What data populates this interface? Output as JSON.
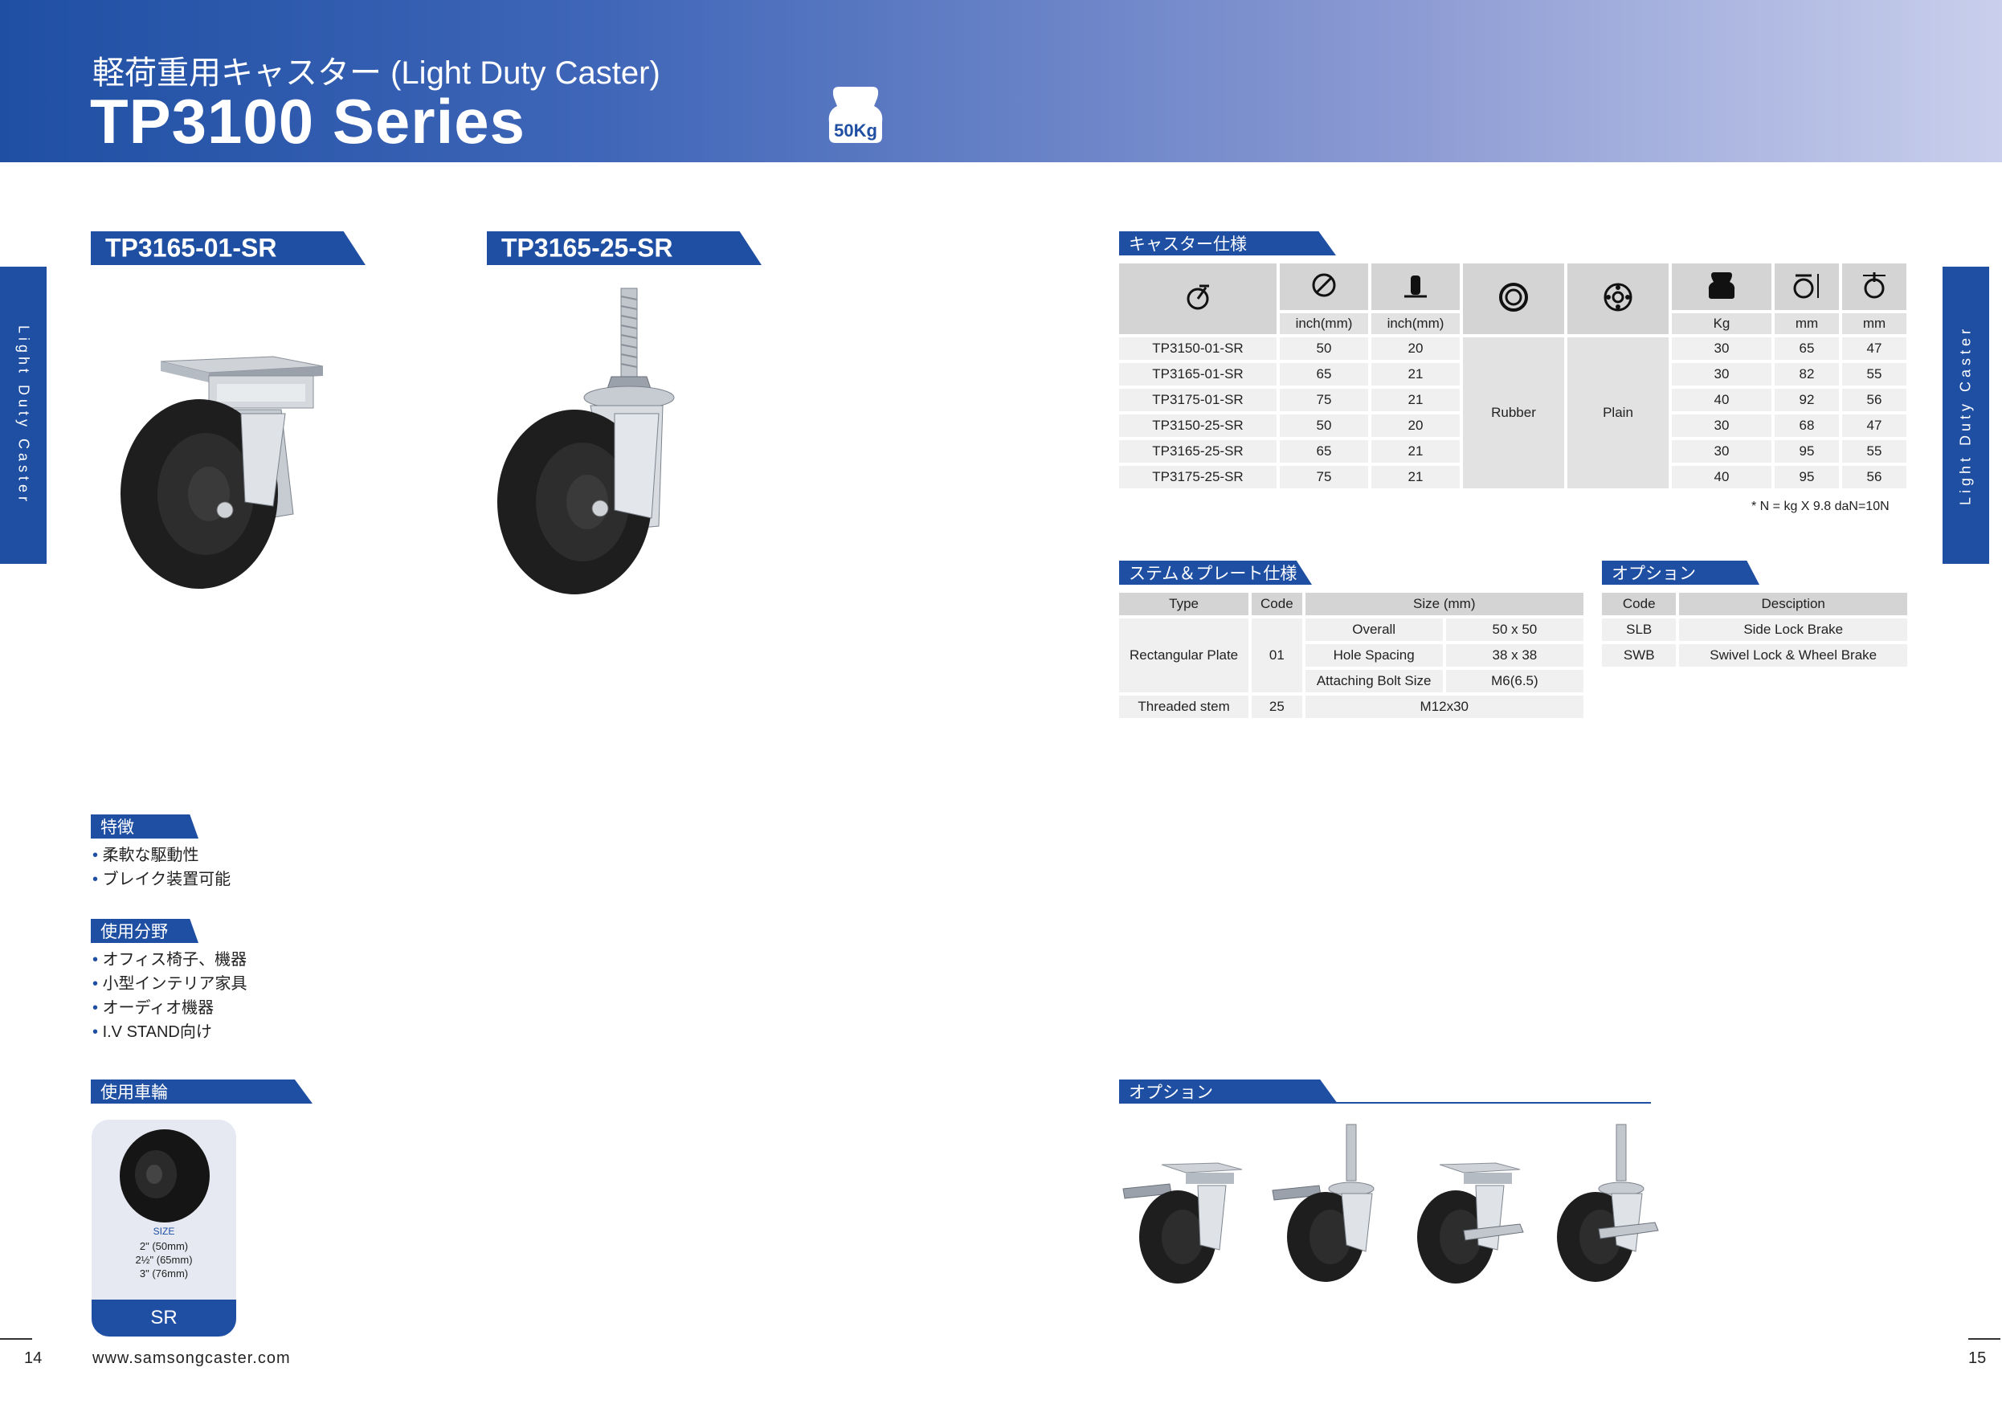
{
  "header": {
    "subtitle": "軽荷重用キャスター (Light Duty Caster)",
    "title": "TP3100 Series",
    "badge": "50Kg"
  },
  "products": {
    "left_code": "TP3165-01-SR",
    "right_code": "TP3165-25-SR"
  },
  "side_label": "Light Duty Caster",
  "spec": {
    "title": "キャスター仕様",
    "units": [
      "inch(mm)",
      "inch(mm)",
      "Kg",
      "mm",
      "mm"
    ],
    "material": "Rubber",
    "bearing": "Plain",
    "rows": [
      {
        "model": "TP3150-01-SR",
        "dia": "50",
        "width": "20",
        "load": "30",
        "h1": "65",
        "h2": "47"
      },
      {
        "model": "TP3165-01-SR",
        "dia": "65",
        "width": "21",
        "load": "30",
        "h1": "82",
        "h2": "55"
      },
      {
        "model": "TP3175-01-SR",
        "dia": "75",
        "width": "21",
        "load": "40",
        "h1": "92",
        "h2": "56"
      },
      {
        "model": "TP3150-25-SR",
        "dia": "50",
        "width": "20",
        "load": "30",
        "h1": "68",
        "h2": "47"
      },
      {
        "model": "TP3165-25-SR",
        "dia": "65",
        "width": "21",
        "load": "30",
        "h1": "95",
        "h2": "55"
      },
      {
        "model": "TP3175-25-SR",
        "dia": "75",
        "width": "21",
        "load": "40",
        "h1": "95",
        "h2": "56"
      }
    ],
    "note": "* N = kg X 9.8   daN=10N"
  },
  "stem": {
    "title": "ステム＆プレート仕様",
    "headers": {
      "type": "Type",
      "code": "Code",
      "size": "Size (mm)"
    },
    "plate_type": "Rectangular Plate",
    "plate_code": "01",
    "plate_rows": [
      {
        "label": "Overall",
        "value": "50 x 50"
      },
      {
        "label": "Hole Spacing",
        "value": "38 x 38"
      },
      {
        "label": "Attaching Bolt Size",
        "value": "M6(6.5)"
      }
    ],
    "stem_type": "Threaded stem",
    "stem_code": "25",
    "stem_size": "M12x30"
  },
  "options_table": {
    "title": "オプション",
    "headers": {
      "code": "Code",
      "desc": "Desciption"
    },
    "rows": [
      {
        "code": "SLB",
        "desc": "Side Lock Brake"
      },
      {
        "code": "SWB",
        "desc": "Swivel Lock & Wheel Brake"
      }
    ]
  },
  "features": {
    "title": "特徴",
    "items": [
      "柔軟な駆動性",
      "ブレイク装置可能"
    ]
  },
  "usage": {
    "title": "使用分野",
    "items": [
      "オフィス椅子、機器",
      "小型インテリア家具",
      "オーディオ機器",
      "I.V STAND向け"
    ]
  },
  "wheel": {
    "title": "使用車輪",
    "size_label": "SIZE",
    "sizes": [
      "2\" (50mm)",
      "2½\" (65mm)",
      "3\" (76mm)"
    ],
    "type": "SR"
  },
  "options_photos": {
    "title": "オプション"
  },
  "footer": {
    "left_page": "14",
    "right_page": "15",
    "url": "www.samsongcaster.com"
  },
  "colors": {
    "brand_blue": "#1f4fa3",
    "table_header": "#d4d4d4",
    "table_cell": "#f0f0f0"
  }
}
